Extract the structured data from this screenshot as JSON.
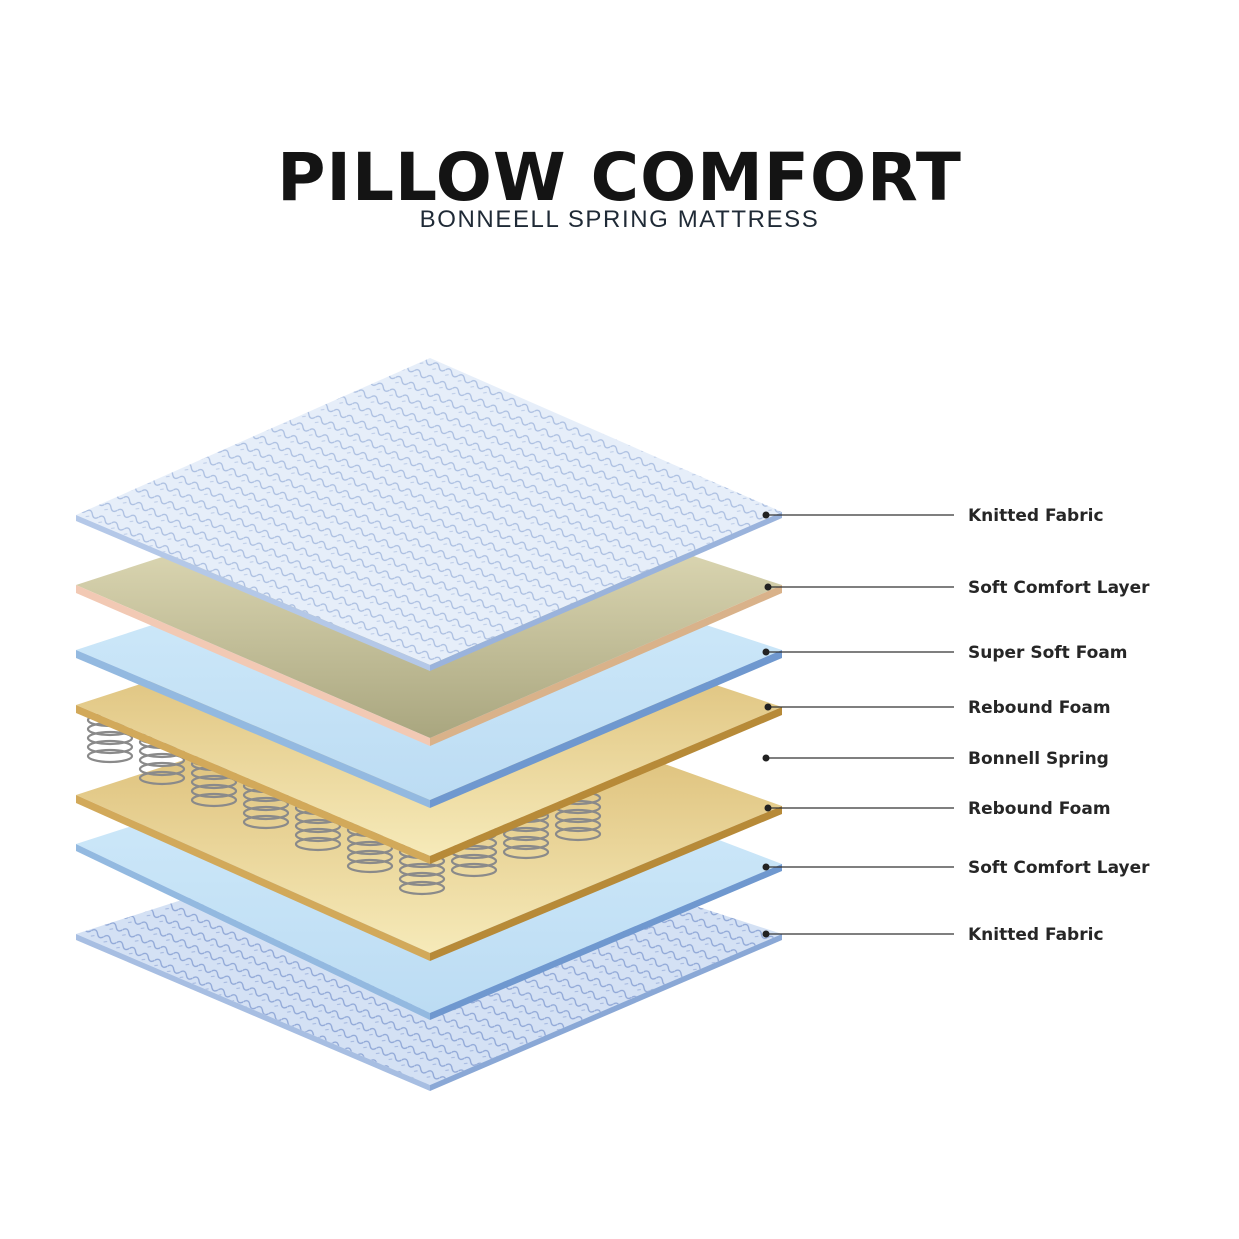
{
  "header": {
    "title": "PILLOW COMFORT",
    "subtitle": "BONNEELL SPRING MATTRESS"
  },
  "layers": [
    {
      "label": "Knitted Fabric",
      "material": "knitted-fabric",
      "color_top": "#dfe9f7",
      "color_edge": "#9fb9dc"
    },
    {
      "label": "Soft Comfort Layer",
      "material": "foam-beige",
      "color_top": "#b7b48f",
      "color_edge": "#e8c9a6"
    },
    {
      "label": "Super Soft Foam",
      "material": "foam-blue",
      "color_top": "#c5e2f5",
      "color_edge": "#7ea7d3"
    },
    {
      "label": "Rebound Foam",
      "material": "foam-gold",
      "color_top": "#e2c67c",
      "color_edge": "#c99a3e"
    },
    {
      "label": "Bonnell Spring",
      "material": "spring-coils",
      "color_top": "#d9d9d9",
      "color_edge": "#7a7a7a"
    },
    {
      "label": "Rebound Foam",
      "material": "foam-gold",
      "color_top": "#e2c67c",
      "color_edge": "#c99a3e"
    },
    {
      "label": "Soft Comfort Layer",
      "material": "foam-blue",
      "color_top": "#c5e2f5",
      "color_edge": "#7ea7d3"
    },
    {
      "label": "Knitted Fabric",
      "material": "knitted-fabric",
      "color_top": "#c9daf2",
      "color_edge": "#9fb9dc"
    }
  ],
  "colors": {
    "title": "#141414",
    "subtitle": "#1f2a36",
    "leader_line": "#333333",
    "leader_dot": "#222222"
  }
}
